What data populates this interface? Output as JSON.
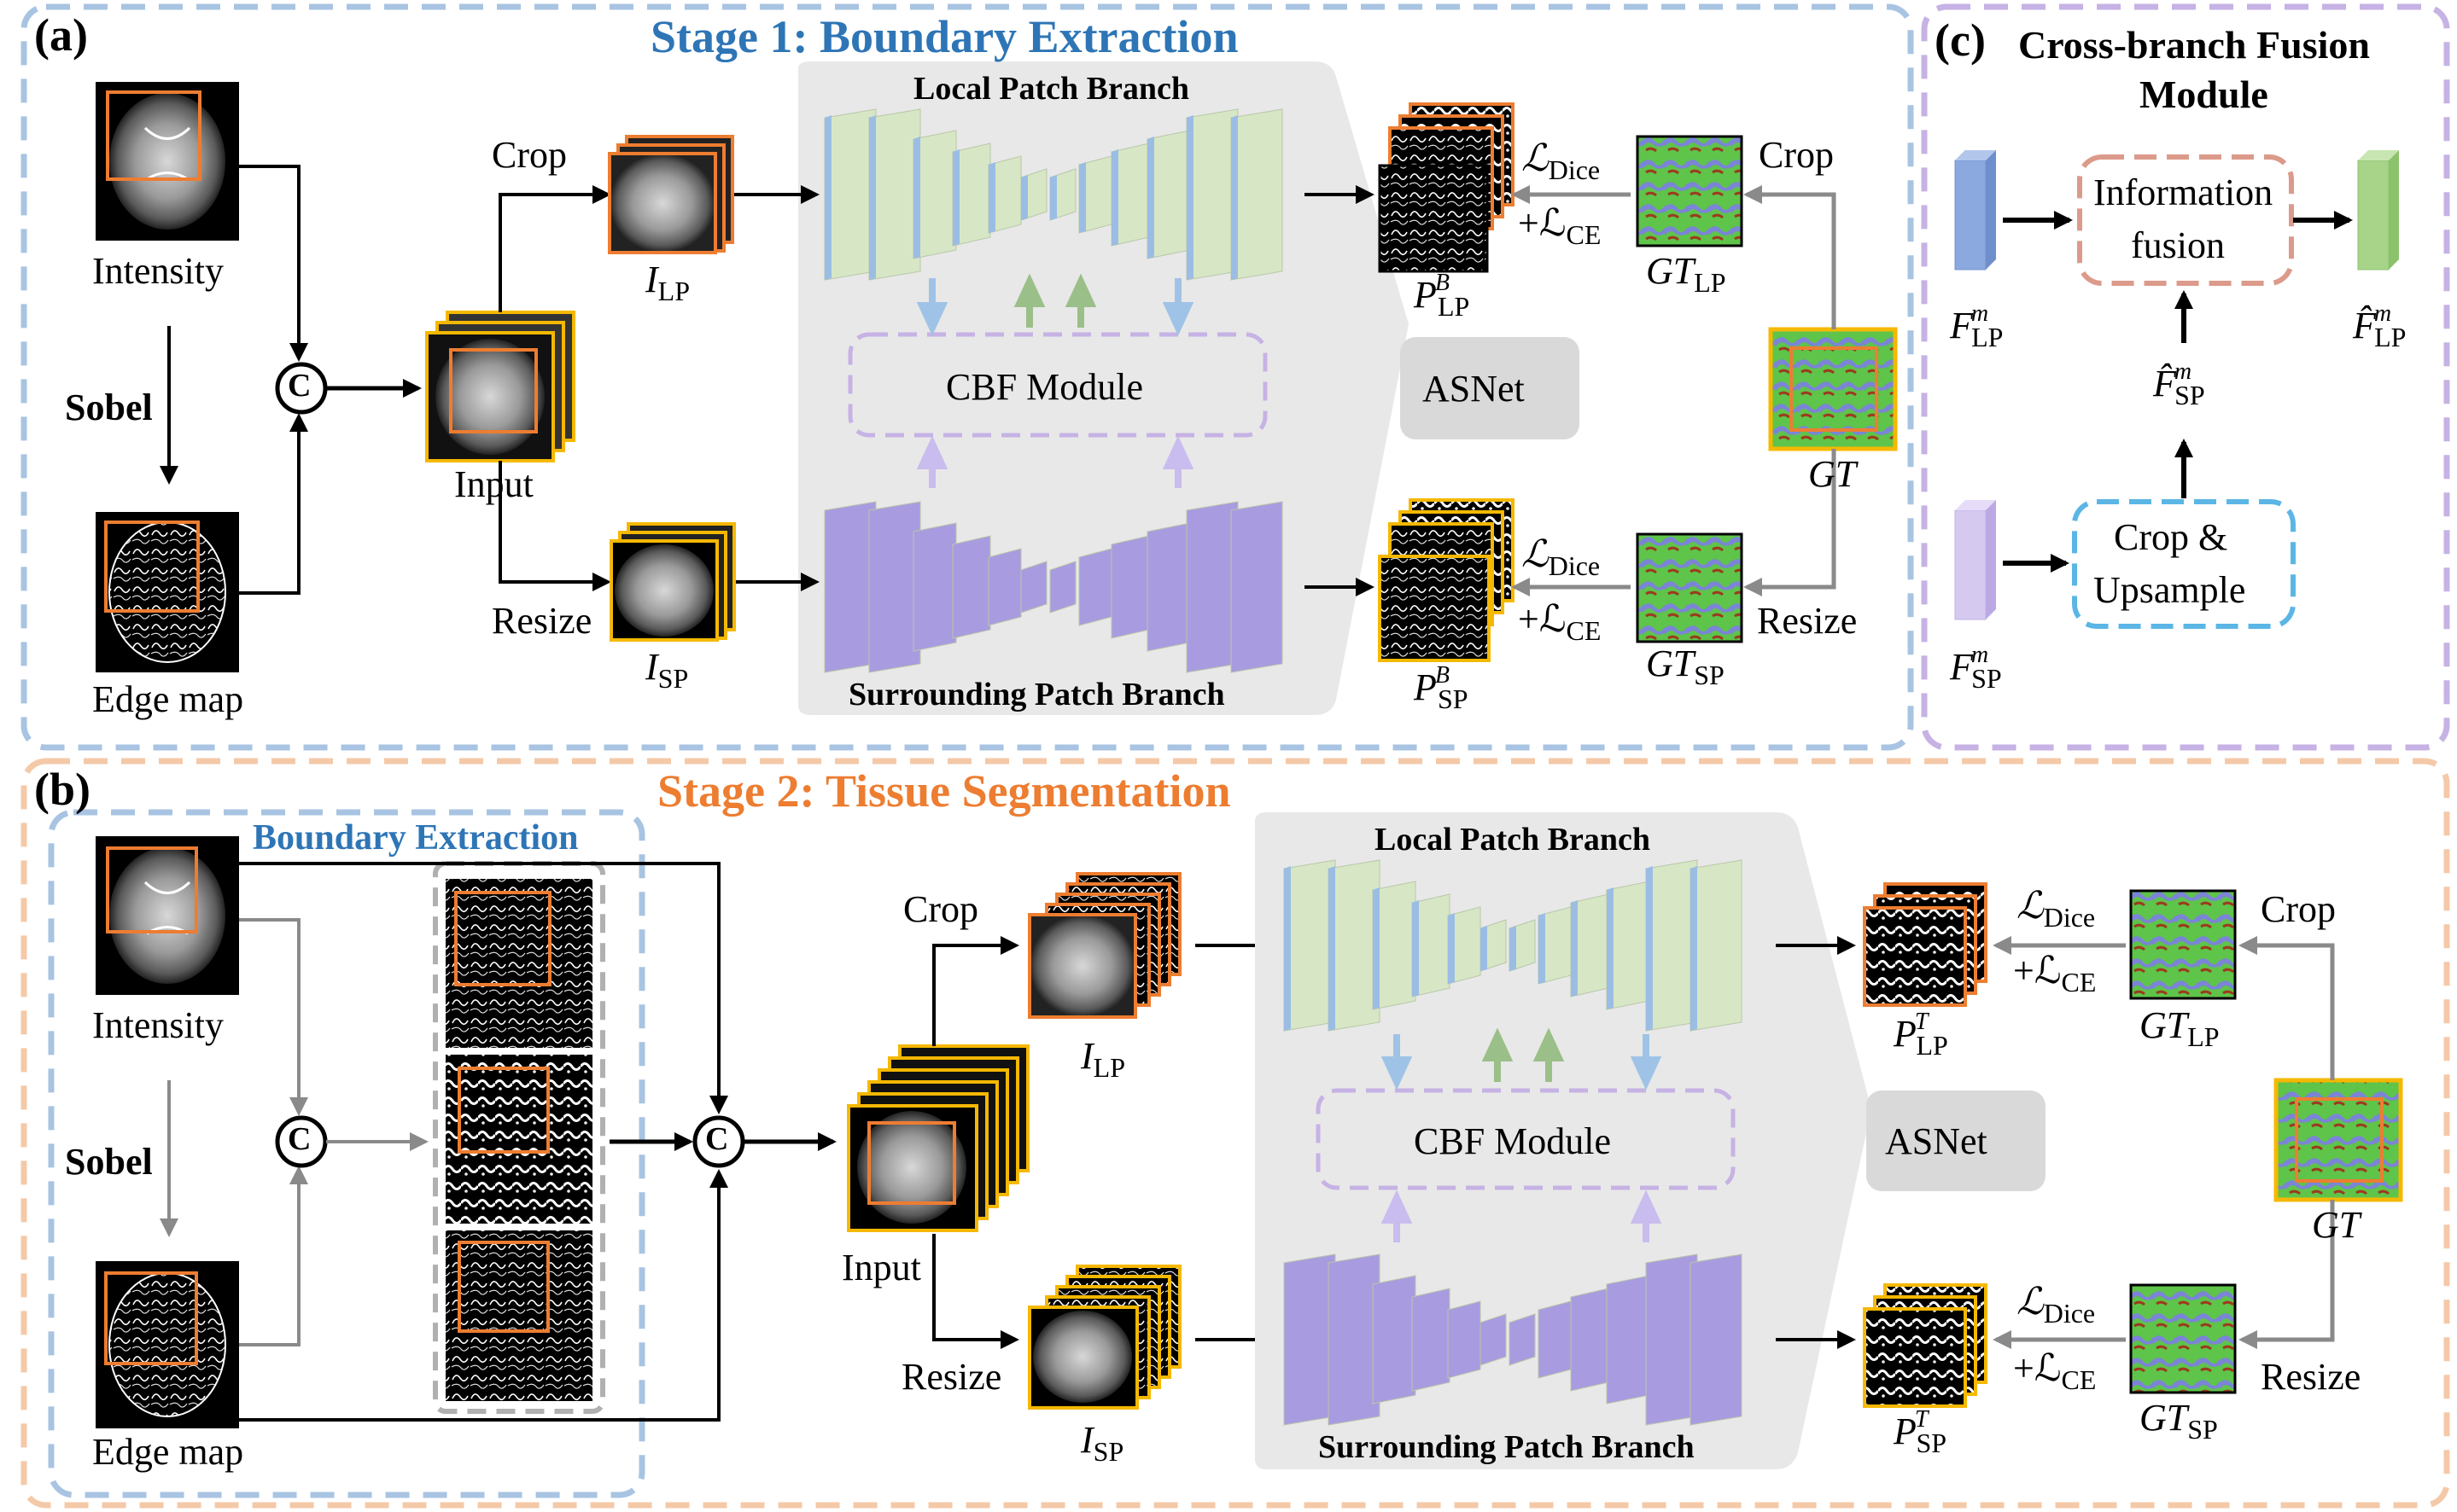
{
  "panel_a": {
    "tag": "(a)",
    "title": "Stage 1: Boundary Extraction",
    "intensity": "Intensity",
    "sobel": "Sobel",
    "edge_map": "Edge map",
    "concat": "C",
    "input": "Input",
    "crop": "Crop",
    "resize": "Resize",
    "i_lp": "I",
    "i_lp_sub": "LP",
    "i_sp": "I",
    "i_sp_sub": "SP",
    "local_branch": "Local Patch Branch",
    "surround_branch": "Surrounding Patch Branch",
    "cbf": "CBF Module",
    "asnet": "ASNet",
    "p_lp": "P",
    "p_lp_sup": "B",
    "p_lp_sub": "LP",
    "p_sp": "P",
    "p_sp_sup": "B",
    "p_sp_sub": "SP",
    "loss_dice": "ℒ",
    "loss_dice_sub": "Dice",
    "loss_ce": "+ℒ",
    "loss_ce_sub": "CE",
    "gt_lp": "GT",
    "gt_lp_sub": "LP",
    "gt_sp": "GT",
    "gt_sp_sub": "SP",
    "gt": "GT",
    "crop_right": "Crop",
    "resize_right": "Resize"
  },
  "panel_c": {
    "tag": "(c)",
    "title_line1": "Cross-branch Fusion",
    "title_line2": "Module",
    "info_line1": "Information",
    "info_line2": "fusion",
    "crop_line1": "Crop &",
    "crop_line2": "Upsample",
    "f_lp": "F",
    "f_lp_sup": "m",
    "f_lp_sub": "LP",
    "f_sp": "F",
    "f_sp_sup": "m",
    "f_sp_sub": "SP",
    "fhat_sp": "F̂",
    "fhat_sp_sup": "m",
    "fhat_sp_sub": "SP",
    "fhat_lp": "F̂",
    "fhat_lp_sup": "m",
    "fhat_lp_sub": "LP"
  },
  "panel_b": {
    "tag": "(b)",
    "title": "Stage 2: Tissue Segmentation",
    "boundary_box": "Boundary Extraction",
    "intensity": "Intensity",
    "sobel": "Sobel",
    "edge_map": "Edge map",
    "concat": "C",
    "input": "Input",
    "crop": "Crop",
    "resize": "Resize",
    "i_lp": "I",
    "i_lp_sub": "LP",
    "i_sp": "I",
    "i_sp_sub": "SP",
    "local_branch": "Local Patch Branch",
    "surround_branch": "Surrounding Patch Branch",
    "cbf": "CBF Module",
    "asnet": "ASNet",
    "p_lp": "P",
    "p_lp_sup": "T",
    "p_lp_sub": "LP",
    "p_sp": "P",
    "p_sp_sup": "T",
    "p_sp_sub": "SP",
    "loss_dice": "ℒ",
    "loss_dice_sub": "Dice",
    "loss_ce": "+ℒ",
    "loss_ce_sub": "CE",
    "gt_lp": "GT",
    "gt_lp_sub": "LP",
    "gt_sp": "GT",
    "gt_sp_sub": "SP",
    "gt": "GT",
    "crop_right": "Crop",
    "resize_right": "Resize"
  },
  "colors": {
    "stage1_blue": "#2e75b6",
    "stage2_orange": "#ed7d31",
    "panel_c_purple": "#b4a7d6",
    "local_green": "#d5e8c4",
    "local_blue": "#a9c4e4",
    "surround_purple": "#a99be0",
    "gray_bg": "#eaeaea",
    "orange_border": "#ed7d31",
    "yellow_border": "#f5b800"
  }
}
